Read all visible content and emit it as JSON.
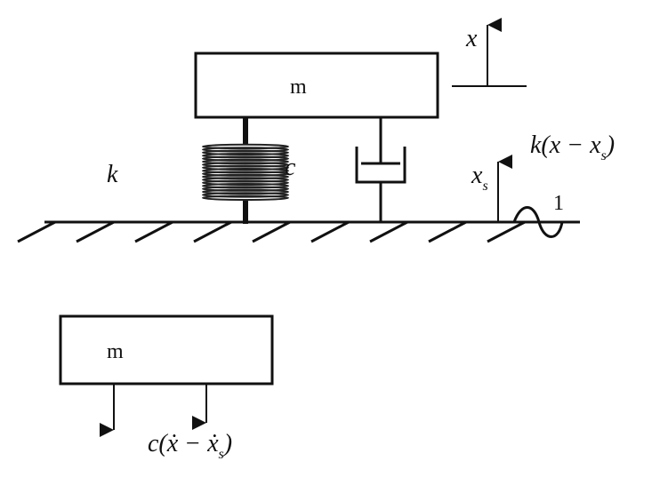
{
  "top": {
    "mass_label": "m",
    "stiffness_label": "k",
    "damping_label": "c",
    "x_label": "x",
    "xs_label": "x",
    "xs_sub": "s",
    "spring_force_label": "k(x − x",
    "spring_force_sub": "s",
    "spring_force_close": ")",
    "ground_wave_label": "1"
  },
  "bottom": {
    "mass_label": "m",
    "damper_force_label": "c(ẋ − ẋ",
    "damper_force_sub": "s",
    "damper_force_close": ")"
  }
}
